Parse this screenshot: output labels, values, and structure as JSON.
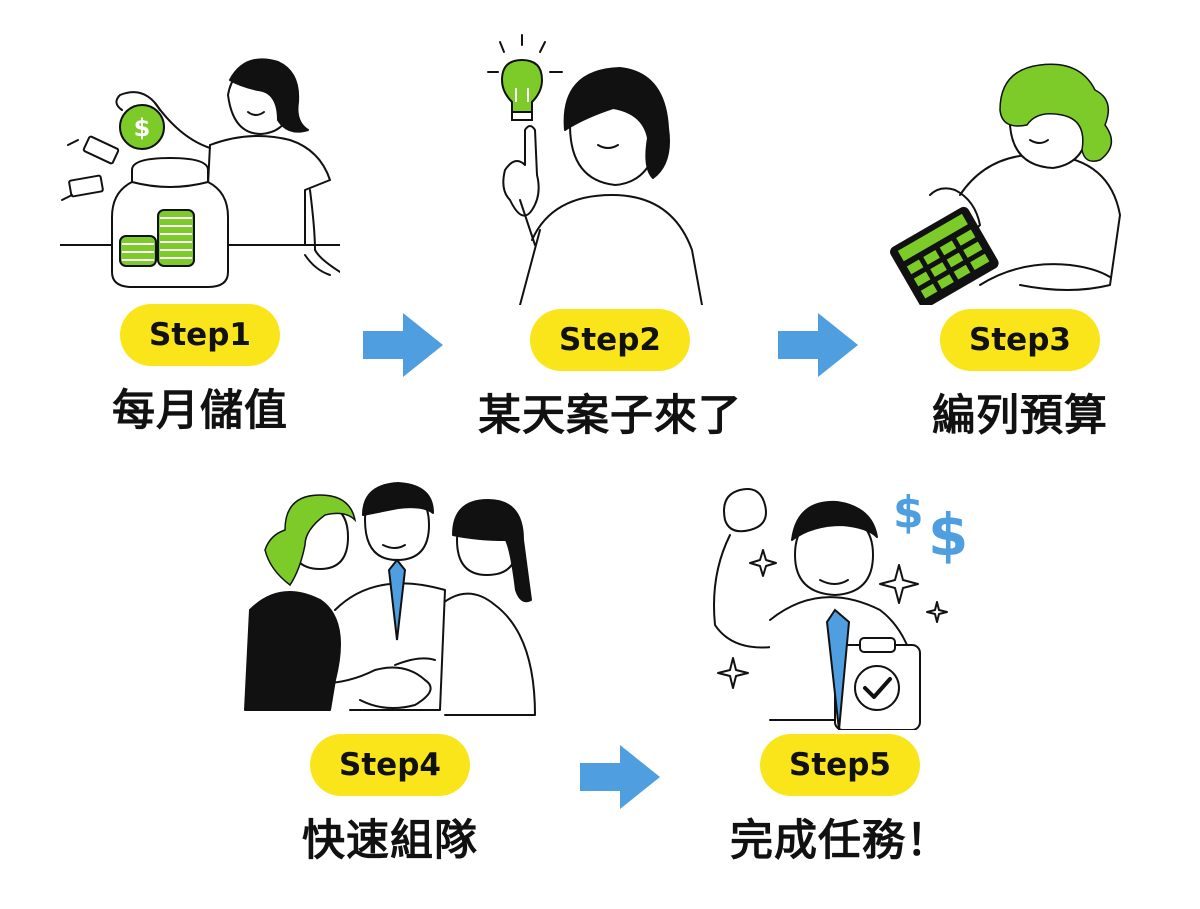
{
  "colors": {
    "accent_green": "#7CCB28",
    "badge_yellow": "#FAE51A",
    "arrow_blue": "#4F9EE0",
    "ink": "#111111"
  },
  "steps": [
    {
      "badge": "Step1",
      "caption": "每月儲值",
      "illustration": "woman-saving-coins-in-jar"
    },
    {
      "badge": "Step2",
      "caption": "某天案子來了",
      "illustration": "woman-with-idea-lightbulb"
    },
    {
      "badge": "Step3",
      "caption": "編列預算",
      "illustration": "woman-using-calculator"
    },
    {
      "badge": "Step4",
      "caption": "快速組隊",
      "illustration": "team-handshake"
    },
    {
      "badge": "Step5",
      "caption": "完成任務！",
      "illustration": "man-celebrating-success"
    }
  ],
  "arrows": [
    "arrow-right-icon",
    "arrow-right-icon",
    "arrow-right-icon"
  ]
}
